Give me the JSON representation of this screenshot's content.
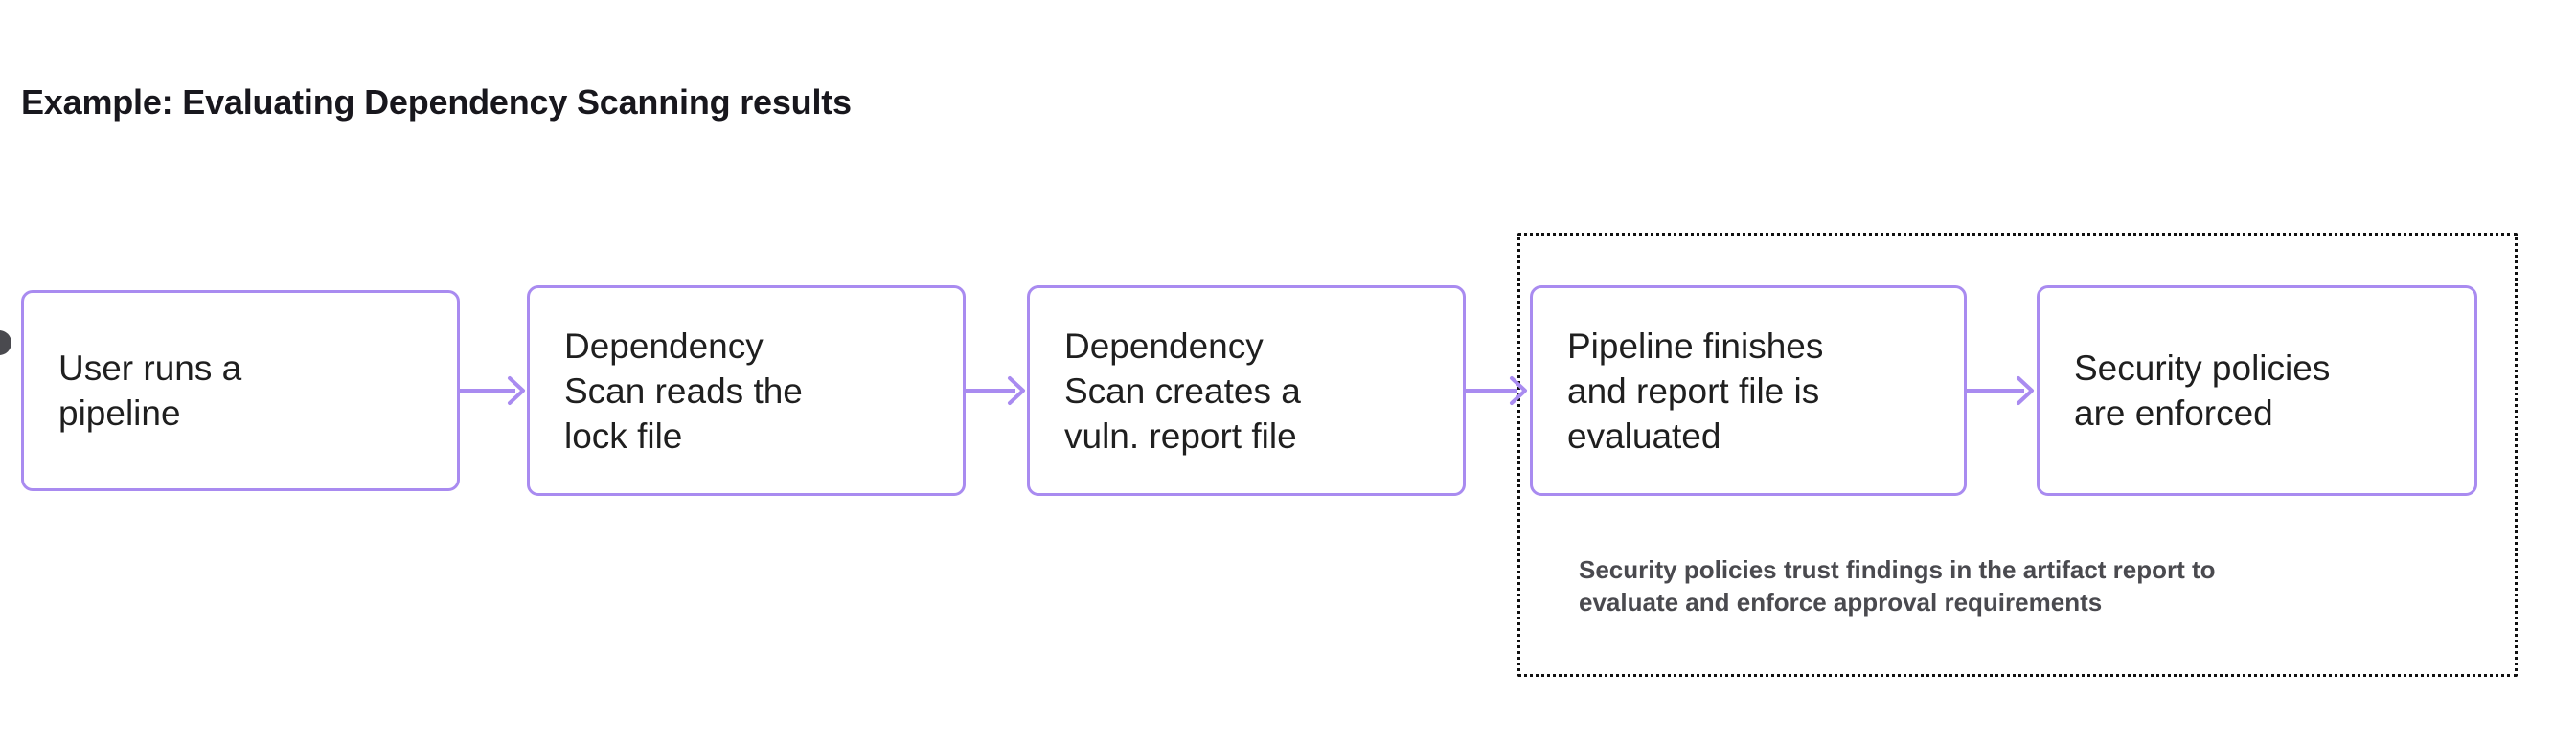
{
  "page": {
    "title": "Example: Evaluating Dependency Scanning results",
    "background_color": "#ffffff"
  },
  "theme": {
    "node_border_color": "#a98bf0",
    "node_background": "#ffffff",
    "node_text_color": "#1f1f1f",
    "arrow_color": "#a98bf0",
    "group_border_color": "#111111",
    "caption_text_color": "#4a4a4f",
    "start_dot_color": "#4a4a4f",
    "title_color": "#18171d"
  },
  "diagram": {
    "type": "flowchart",
    "direction": "left-to-right",
    "start_marker": "start-dot",
    "nodes": [
      {
        "id": "node-1",
        "label": "User runs a\npipeline"
      },
      {
        "id": "node-2",
        "label": "Dependency\nScan reads the\nlock file"
      },
      {
        "id": "node-3",
        "label": "Dependency\nScan creates a\nvuln. report file"
      },
      {
        "id": "node-4",
        "label": "Pipeline finishes\nand report file is\nevaluated"
      },
      {
        "id": "node-5",
        "label": "Security policies\nare enforced"
      }
    ],
    "arrows": [
      {
        "id": "arrow-1",
        "from": "node-1",
        "to": "node-2",
        "style": "open-chevron"
      },
      {
        "id": "arrow-2",
        "from": "node-2",
        "to": "node-3",
        "style": "open-chevron"
      },
      {
        "id": "arrow-3",
        "from": "node-3",
        "to": "node-4",
        "style": "open-chevron"
      },
      {
        "id": "arrow-4",
        "from": "node-4",
        "to": "node-5",
        "style": "open-chevron"
      }
    ],
    "group": {
      "id": "policy-group",
      "border_style": "dotted",
      "contains": [
        "node-4",
        "node-5"
      ],
      "caption": "Security policies trust findings in the artifact report to\nevaluate and enforce approval requirements"
    }
  }
}
